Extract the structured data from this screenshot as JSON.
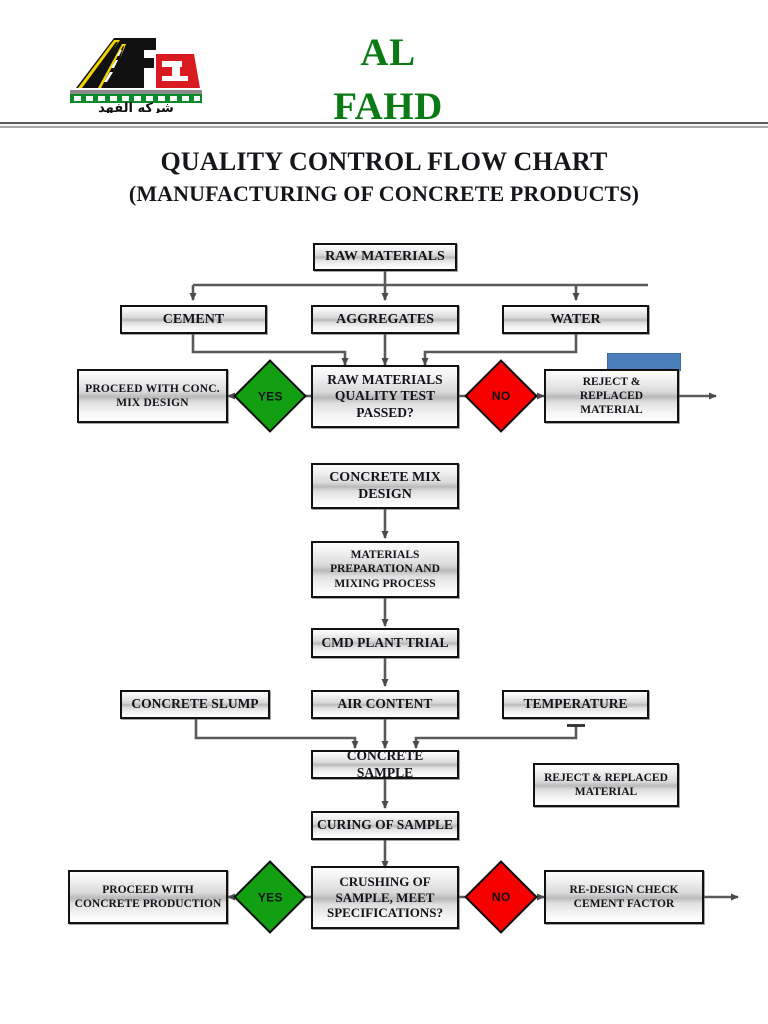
{
  "header": {
    "brand_line1": "AL",
    "brand_line2": "FAHD",
    "brand_color": "#0a7a14",
    "logo_name": "al-fahd-road-logo",
    "logo_arabic": "شركه الفهد"
  },
  "titles": {
    "main": "QUALITY CONTROL FLOW CHART",
    "sub": "(MANUFACTURING OF CONCRETE PRODUCTS)"
  },
  "palette": {
    "yes_green": "#12a012",
    "no_red": "#f70000",
    "selection_blue": "#4a7ebb",
    "box_border": "#111111",
    "connector": "#555555"
  },
  "nodes": {
    "raw_materials": "RAW MATERIALS",
    "cement": "CEMENT",
    "aggregates": "AGGREGATES",
    "water": "WATER",
    "proceed_mix_design": "PROCEED WITH CONC. MIX DESIGN",
    "qc_decision": "RAW MATERIALS QUALITY TEST PASSED?",
    "reject_replaced_top": "REJECT & REPLACED MATERIAL",
    "concrete_mix_design": "CONCRETE MIX DESIGN",
    "materials_prep": "MATERIALS PREPARATION AND MIXING PROCESS",
    "cmd_plant_trial": "CMD PLANT TRIAL",
    "concrete_slump": "CONCRETE SLUMP",
    "air_content": "AIR CONTENT",
    "temperature": "TEMPERATURE",
    "concrete_sample": "CONCRETE SAMPLE",
    "reject_replaced_float": "REJECT & REPLACED MATERIAL",
    "curing_of_sample": "CURING OF SAMPLE",
    "proceed_production": "PROCEED WITH CONCRETE PRODUCTION",
    "crushing_decision": "CRUSHING OF SAMPLE, MEET SPECIFICATIONS?",
    "redesign_cement_factor": "RE-DESIGN CHECK CEMENT FACTOR"
  },
  "decisions": {
    "yes": "YES",
    "no": "NO"
  }
}
